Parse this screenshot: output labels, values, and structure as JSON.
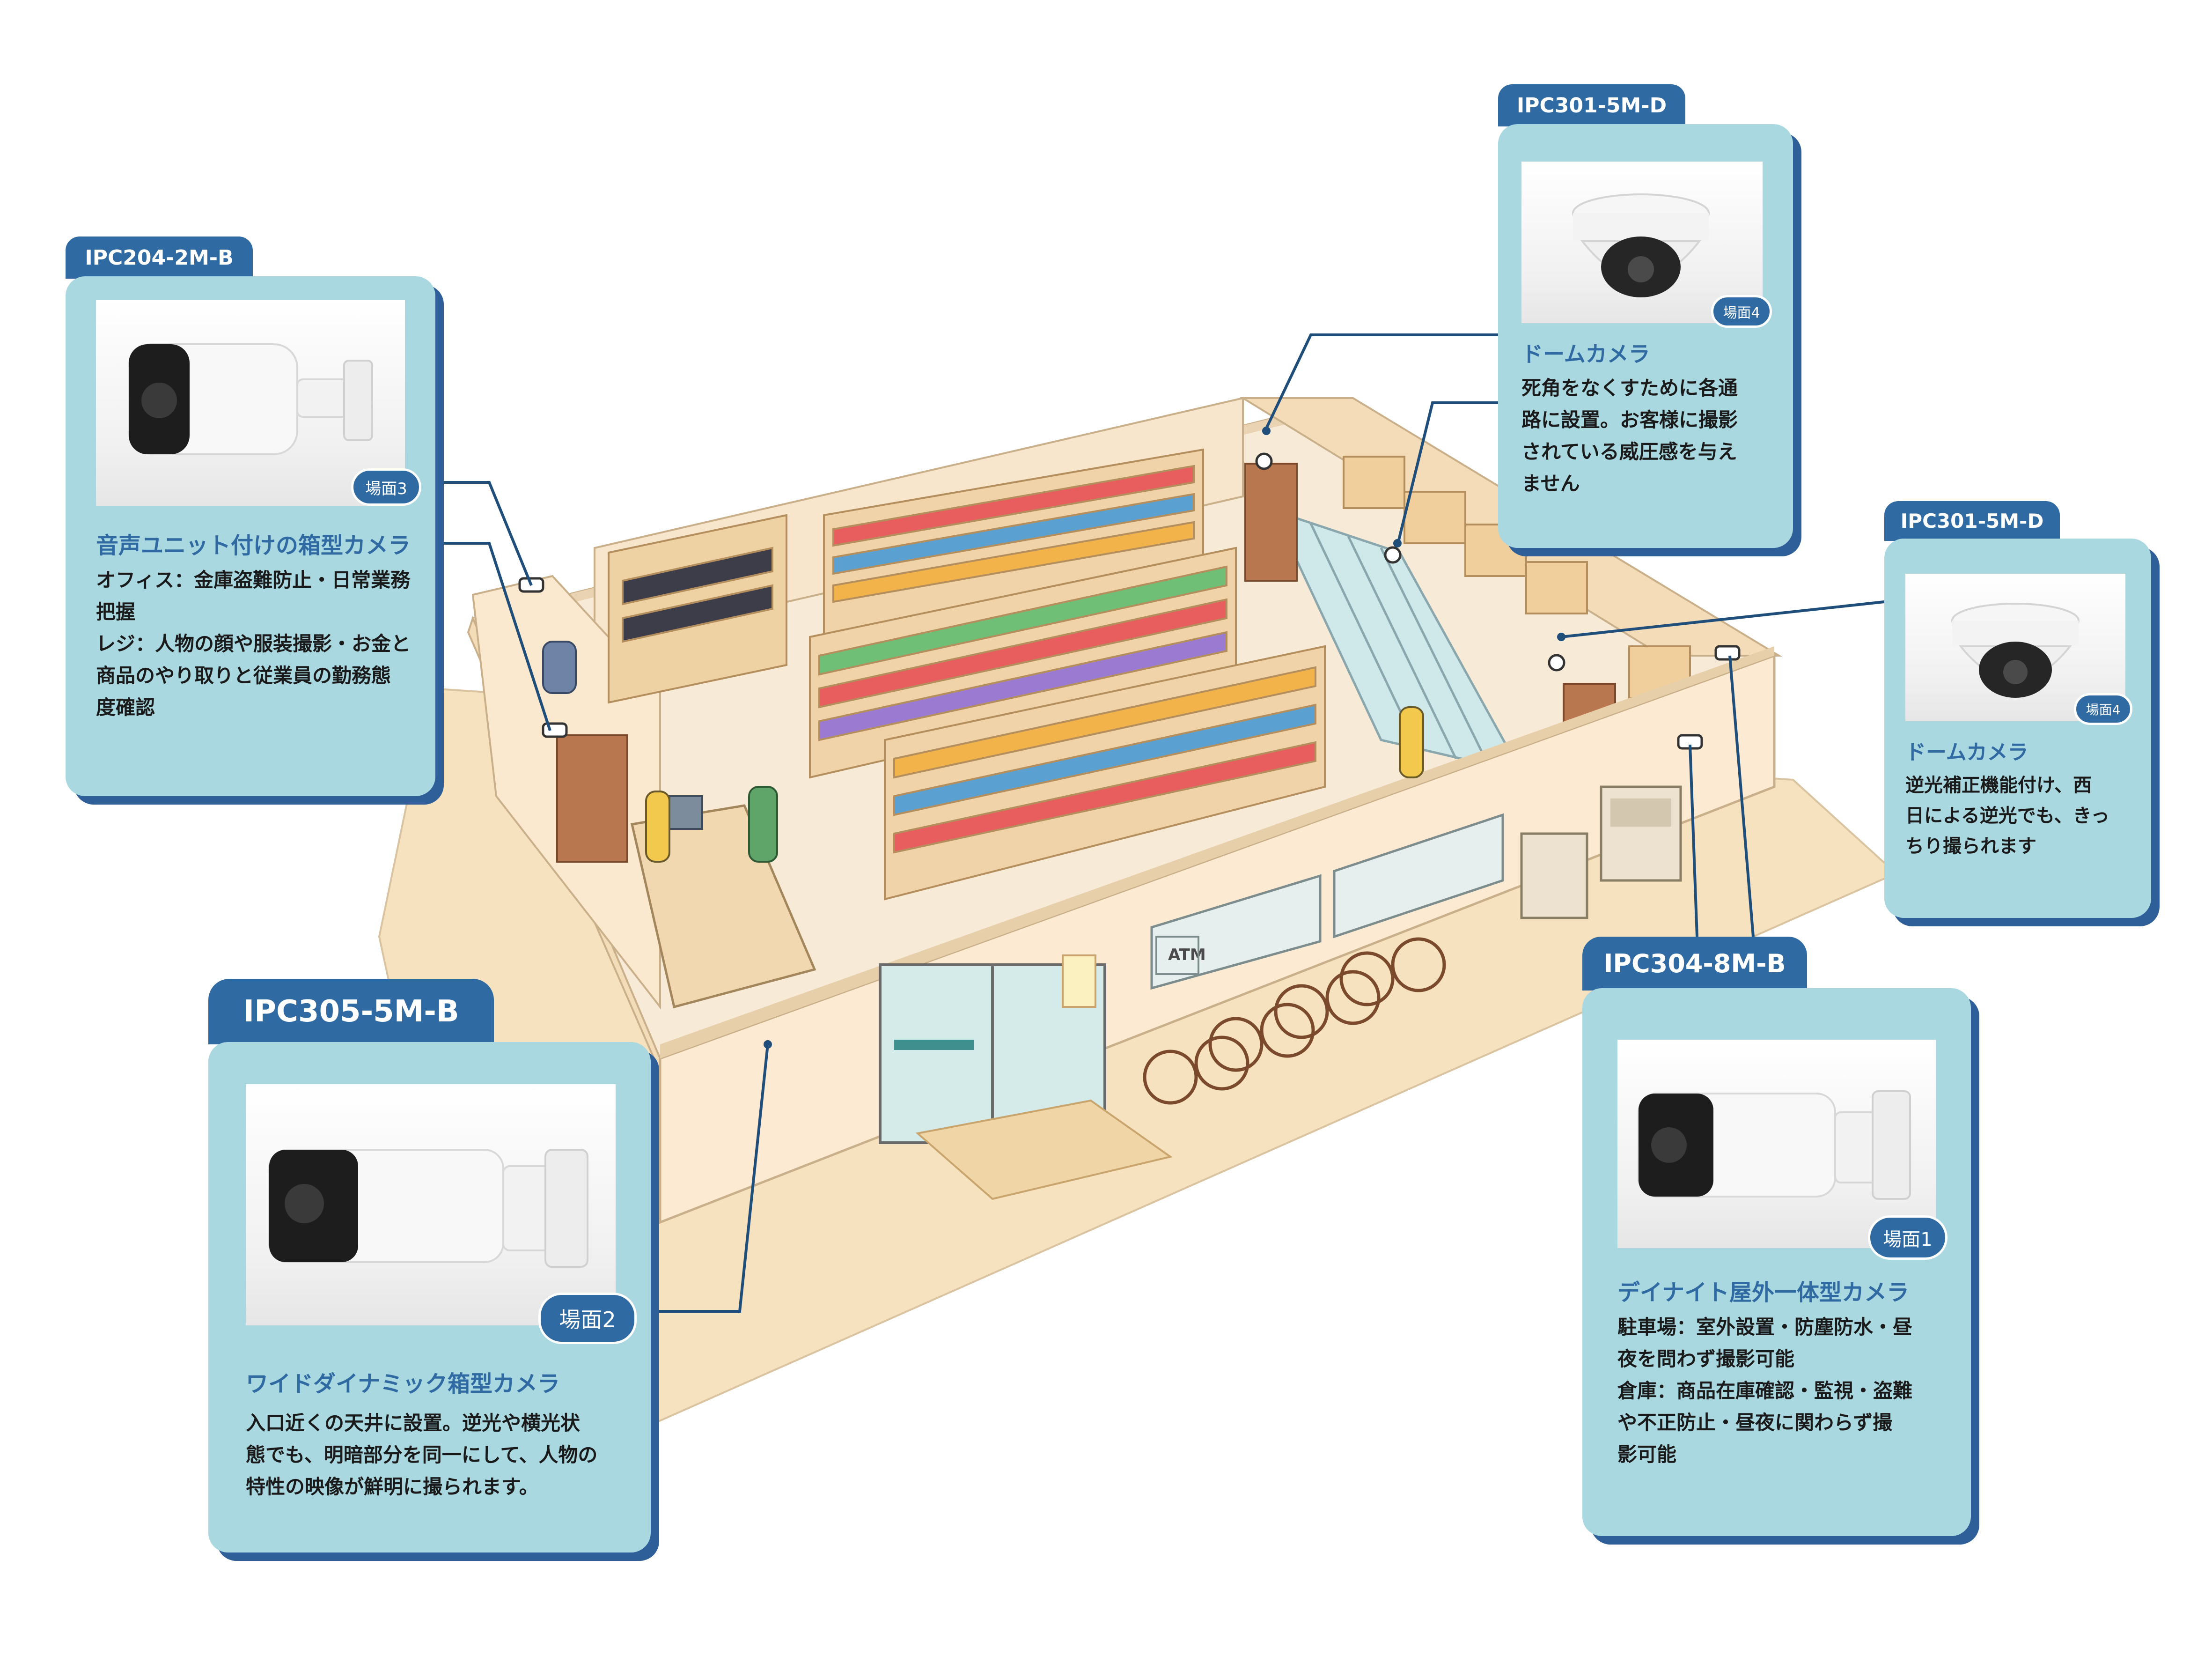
{
  "colors": {
    "card_bg": "#a9d8e0",
    "card_shadow": "#2f5f98",
    "tab_bg": "#2f6aa3",
    "title_text": "#2f6aa3",
    "leader_line": "#1f4e7a",
    "floor": "#f6ead6",
    "wall": "#fbe9cf"
  },
  "callouts": {
    "ipc204": {
      "model": "IPC204-2M-B",
      "scene": "場面3",
      "icon": "bullet-camera-icon",
      "title": "音声ユニット付けの箱型カメラ",
      "desc": [
        "オフィス：金庫盗難防止・日常業務",
        "把握",
        "レジ：人物の顔や服装撮影・お金と",
        "商品のやり取りと従業員の勤務態",
        "度確認"
      ]
    },
    "ipc301_top": {
      "model": "IPC301-5M-D",
      "scene": "場面4",
      "icon": "dome-camera-icon",
      "title": "ドームカメラ",
      "desc": [
        "死角をなくすために各通",
        "路に設置。お客様に撮影",
        "されている威圧感を与え",
        "ません"
      ]
    },
    "ipc301_right": {
      "model": "IPC301-5M-D",
      "scene": "場面4",
      "icon": "dome-camera-icon",
      "title": "ドームカメラ",
      "desc": [
        "逆光補正機能付け、西",
        "日による逆光でも、きっ",
        "ちり撮られます"
      ]
    },
    "ipc305": {
      "model": "IPC305-5M-B",
      "scene": "場面2",
      "icon": "bullet-camera-icon",
      "title": "ワイドダイナミック箱型カメラ",
      "desc": [
        "入口近くの天井に設置。逆光や横光状",
        "態でも、明暗部分を同一にして、人物の",
        "特性の映像が鮮明に撮られます。"
      ]
    },
    "ipc304": {
      "model": "IPC304-8M-B",
      "scene": "場面1",
      "icon": "bullet-camera-icon",
      "title": "デイナイト屋外一体型カメラ",
      "desc": [
        "駐車場：室外設置・防塵防水・昼",
        "夜を問わず撮影可能",
        "倉庫：商品在庫確認・監視・盗難",
        "や不正防止・昼夜に関わらず撮",
        "影可能"
      ]
    }
  },
  "store": {
    "atm_label": "ATM"
  }
}
